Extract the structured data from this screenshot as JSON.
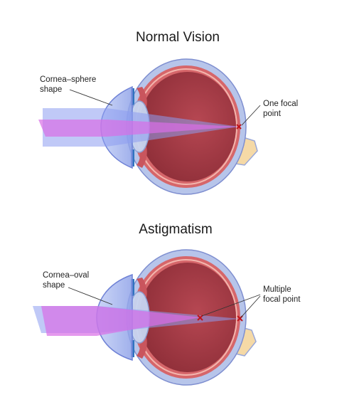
{
  "panels": [
    {
      "title": "Normal Vision",
      "cornea_label": [
        "Cornea–sphere",
        "shape"
      ],
      "focal_label": [
        "One focal",
        "point"
      ]
    },
    {
      "title": "Astigmatism",
      "cornea_label": [
        "Cornea–oval",
        "shape"
      ],
      "focal_label": [
        "Multiple",
        "focal point"
      ]
    }
  ],
  "colors": {
    "sclera": "#b7c5ea",
    "choroid": "#d6666a",
    "eyeball": "#a43a44",
    "optic_nerve": "#f5d9a6",
    "lens": "#c7d6f2",
    "iris": "#2f74bf",
    "beam_blue": "#8d9cf0",
    "beam_magenta": "#d86ee6",
    "marker": "#c0141b"
  }
}
